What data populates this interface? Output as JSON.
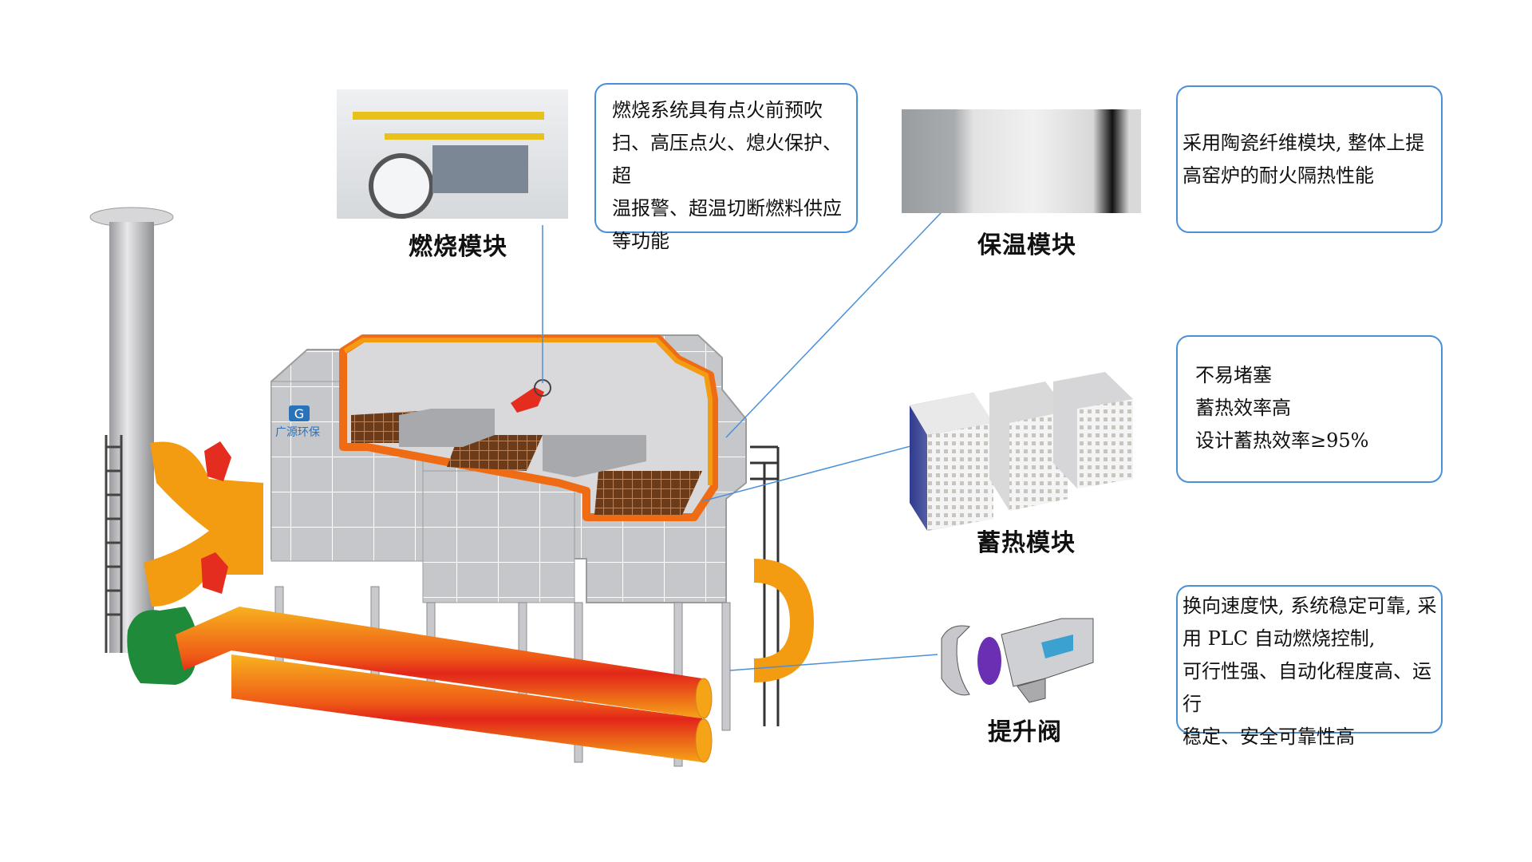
{
  "brand": {
    "name": "广源环保"
  },
  "modules": {
    "combustion": {
      "title": "燃烧模块",
      "desc_lines": [
        "燃烧系统具有点火前预吹",
        "扫、高压点火、熄火保护、超",
        "温报警、超温切断燃料供应",
        "等功能"
      ]
    },
    "insulation": {
      "title": "保温模块",
      "desc_lines": [
        "采用陶瓷纤维模块, 整体上提",
        "高窑炉的耐火隔热性能"
      ]
    },
    "regenerative": {
      "title": "蓄热模块",
      "desc_lines": [
        "不易堵塞",
        "蓄热效率高",
        "设计蓄热效率≥95%"
      ]
    },
    "valve": {
      "title": "提升阀",
      "desc_lines": [
        "换向速度快, 系统稳定可靠, 采",
        "用 PLC 自动燃烧控制,",
        "可行性强、自动化程度高、运行",
        "稳定、安全可靠性高"
      ]
    }
  },
  "colors": {
    "accent_blue": "#4a90d9",
    "shell_gray": "#c9cacc",
    "orange": "#f39c12",
    "flame_red": "#e52d1f",
    "green": "#1e8a3a"
  }
}
